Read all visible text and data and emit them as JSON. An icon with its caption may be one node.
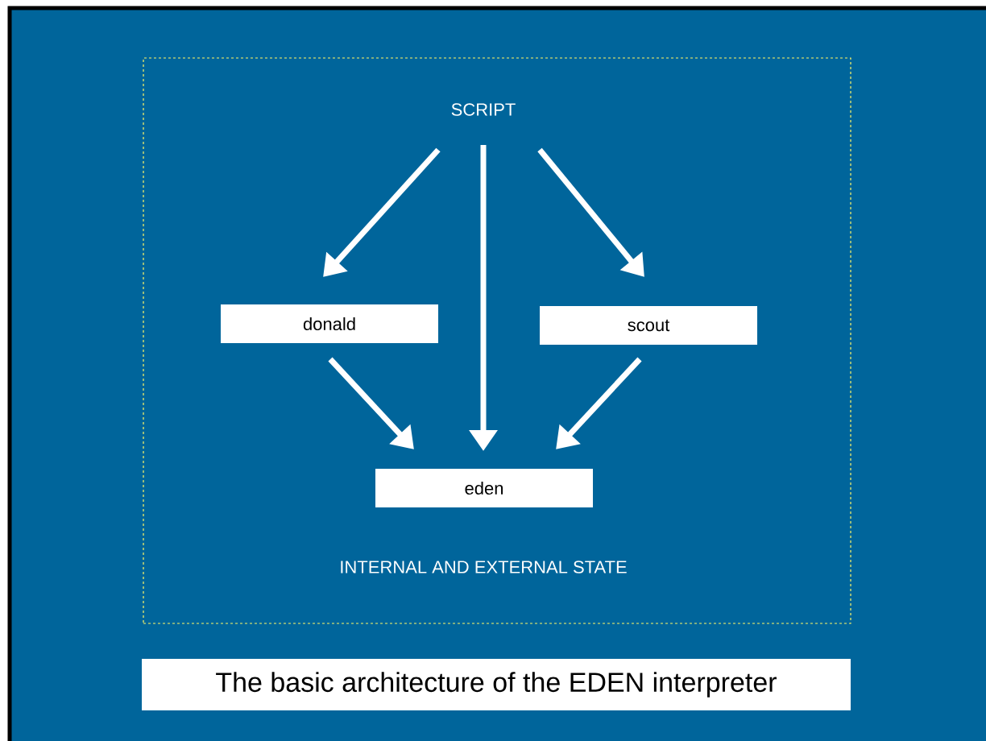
{
  "diagram": {
    "caption": "The basic architecture of the EDEN interpreter",
    "nodes": [
      {
        "text": [
          "INTERNAL AND EXTERNAL STATE"
        ]
      },
      {
        "text": [
          "SCRIPT"
        ],
        "in": 0
      },
      {
        "text": [
          "donald"
        ],
        "in": 0
      },
      {
        "text": [
          "scout"
        ],
        "in": 0
      },
      {
        "text": [
          "eden"
        ],
        "in": 0
      }
    ],
    "edges": [
      {
        "from": 1,
        "to": 2,
        "arrow": "to"
      },
      {
        "from": 1,
        "to": 4,
        "arrow": "to"
      },
      {
        "from": 1,
        "to": 3,
        "arrow": "to"
      },
      {
        "from": 2,
        "to": 4,
        "arrow": "to"
      },
      {
        "from": 3,
        "to": 4,
        "arrow": "to"
      }
    ]
  }
}
